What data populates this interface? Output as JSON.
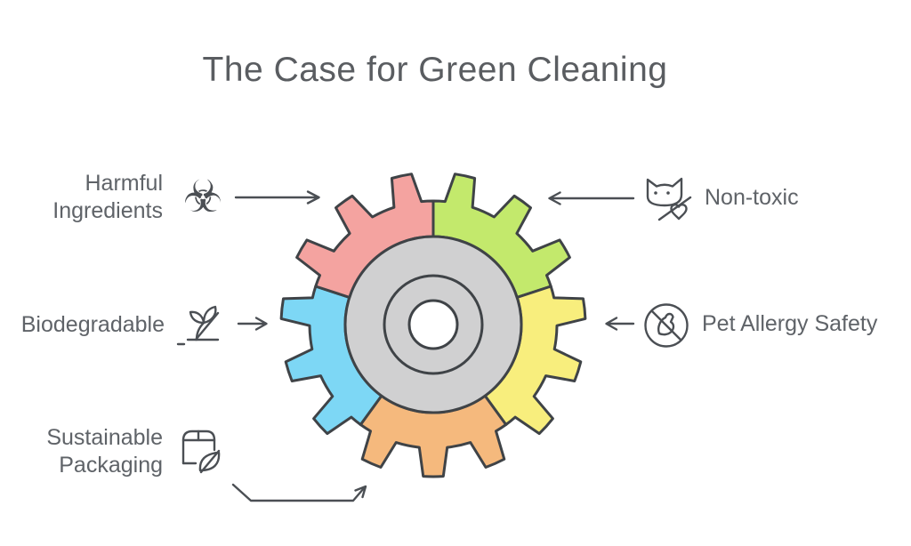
{
  "title": "The Case for Green Cleaning",
  "labels": {
    "harmful": {
      "line1": "Harmful",
      "line2": "Ingredients"
    },
    "biodegradable": {
      "text": "Biodegradable"
    },
    "sustainable": {
      "line1": "Sustainable",
      "line2": "Packaging"
    },
    "nontoxic": {
      "text": "Non-toxic"
    },
    "pet": {
      "text": "Pet Allergy Safety"
    }
  },
  "icon_glyphs": {
    "biohazard": "☣"
  },
  "colors": {
    "background": "#ffffff",
    "title": "#5a5d61",
    "text": "#5f6368",
    "outline": "#3f4347",
    "arrow": "#4b4f54",
    "icon": "#4b4f54",
    "hub_disc": "#d0d0d1",
    "hub_hole": "#ffffff",
    "segments": {
      "non_toxic": "#c3e96c",
      "pet_allergy_safety": "#f8ee7d",
      "sustainable_packaging": "#f5b97d",
      "biodegradable": "#7dd7f5",
      "harmful_ingredients": "#f4a3a0"
    }
  },
  "gear": {
    "segment_order": [
      "non_toxic",
      "pet_allergy_safety",
      "sustainable_packaging",
      "biodegradable",
      "harmful_ingredients"
    ]
  }
}
